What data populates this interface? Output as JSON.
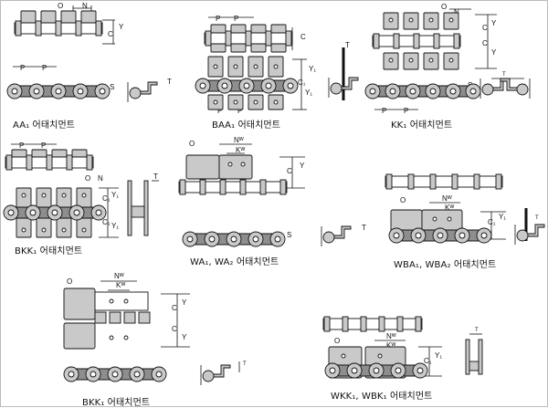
{
  "captions": {
    "aa1": "AA₁ 어태치먼트",
    "baa1": "BAA₁ 어태치먼트",
    "kk1": "KK₁ 어태치먼트",
    "bkk1_top": "BKK₁ 어태치먼트",
    "wa": "WA₁, WA₂ 어태치먼트",
    "wba": "WBA₁, WBA₂ 어태치먼트",
    "bkk1_bottom": "BKK₁ 어태치먼트",
    "wbk": "WKK₁, WBK₁ 어태치먼트"
  },
  "dims": {
    "O": "O",
    "N": "N",
    "P": "P",
    "C": "C",
    "Y": "Y",
    "S": "S",
    "T": "T",
    "Y1": "Y₁",
    "C1": "C₁",
    "NW": "Nᵂ",
    "KW": "Kᵂ"
  },
  "colors": {
    "line": "#111111",
    "plate": "#c9c9c9",
    "plateDark": "#8e8e8e",
    "frame": "#bbbbbb"
  }
}
